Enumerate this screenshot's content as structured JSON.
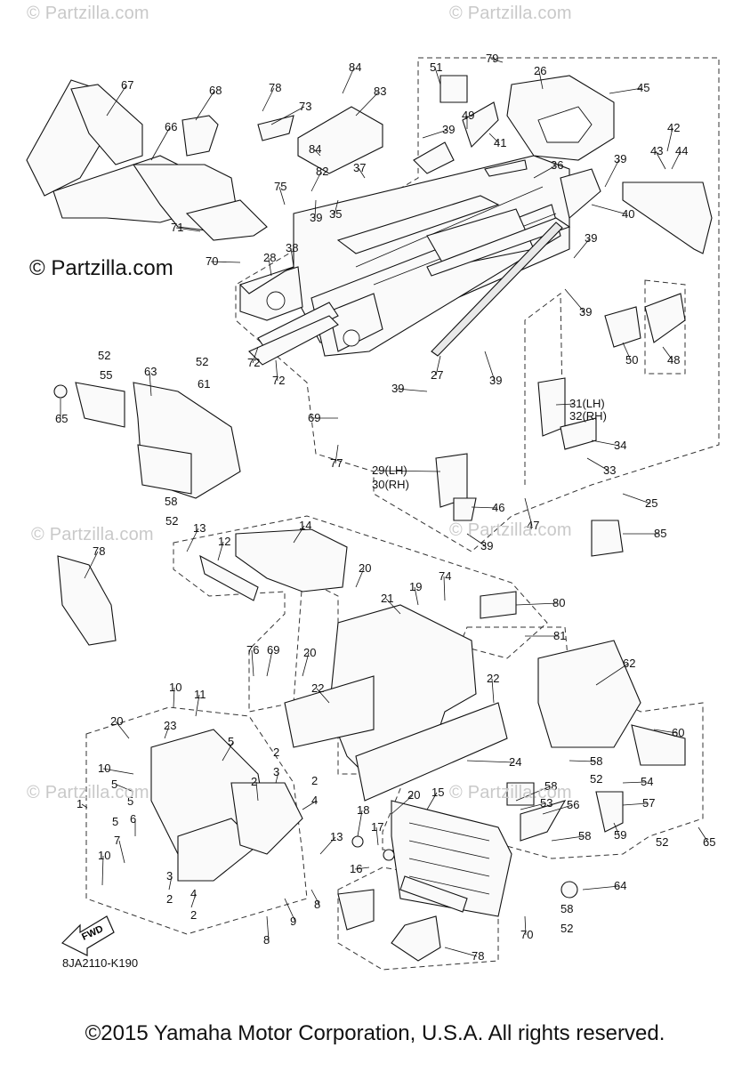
{
  "watermarks": {
    "main": "© Partzilla.com",
    "faint": "© Partzilla.com"
  },
  "diagram_code": "8JA2110-K190",
  "fwd_label": "FWD",
  "copyright": "©2015 Yamaha Motor Corporation, U.S.A. All rights reserved.",
  "callouts": [
    "1",
    "2",
    "3",
    "4",
    "5",
    "6",
    "7",
    "8",
    "9",
    "10",
    "11",
    "12",
    "13",
    "14",
    "15",
    "16",
    "17",
    "18",
    "19",
    "20",
    "21",
    "22",
    "23",
    "24",
    "25",
    "26",
    "27",
    "28",
    "29(LH)",
    "30(RH)",
    "31(LH)",
    "32(RH)",
    "33",
    "34",
    "35",
    "36",
    "37",
    "38",
    "39",
    "40",
    "41",
    "42",
    "43",
    "44",
    "45",
    "46",
    "47",
    "48",
    "49",
    "50",
    "51",
    "52",
    "53",
    "54",
    "55",
    "56",
    "57",
    "58",
    "59",
    "60",
    "61",
    "62",
    "63",
    "64",
    "65",
    "66",
    "67",
    "68",
    "69",
    "70",
    "71",
    "72",
    "73",
    "74",
    "75",
    "76",
    "77",
    "78",
    "79",
    "80",
    "81",
    "82",
    "83",
    "84",
    "85"
  ]
}
